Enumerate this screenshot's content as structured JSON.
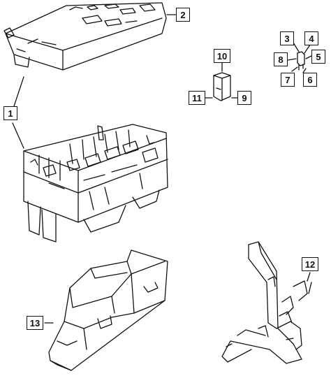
{
  "callouts": {
    "c1": "1",
    "c2": "2",
    "c3": "3",
    "c4": "4",
    "c5": "5",
    "c6": "6",
    "c7": "7",
    "c8": "8",
    "c9": "9",
    "c10": "10",
    "c11": "11",
    "c12": "12",
    "c13": "13"
  },
  "colors": {
    "line": "#111111",
    "fill": "#ffffff"
  }
}
